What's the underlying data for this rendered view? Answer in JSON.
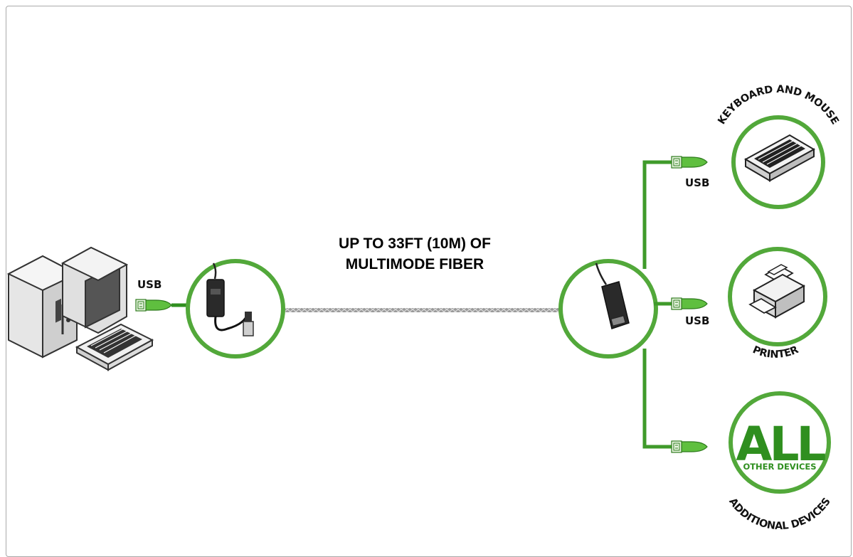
{
  "caption": {
    "line1": "UP TO 33FT (10M) OF",
    "line2": "MULTIMODE FIBER"
  },
  "labels": {
    "usb_host": "USB",
    "usb_keyboard": "USB",
    "usb_printer": "USB"
  },
  "devices": {
    "keyboard_mouse": "KEYBOARD AND MOUSE",
    "printer": "PRINTER",
    "additional": "ADDITIONAL DEVICES",
    "all_big": "ALL",
    "all_small": "OTHER DEVICES"
  },
  "colors": {
    "accent_green": "#3f9a2a",
    "ring_green": "#52a83a",
    "fiber_gray": "#8a8a8a"
  }
}
